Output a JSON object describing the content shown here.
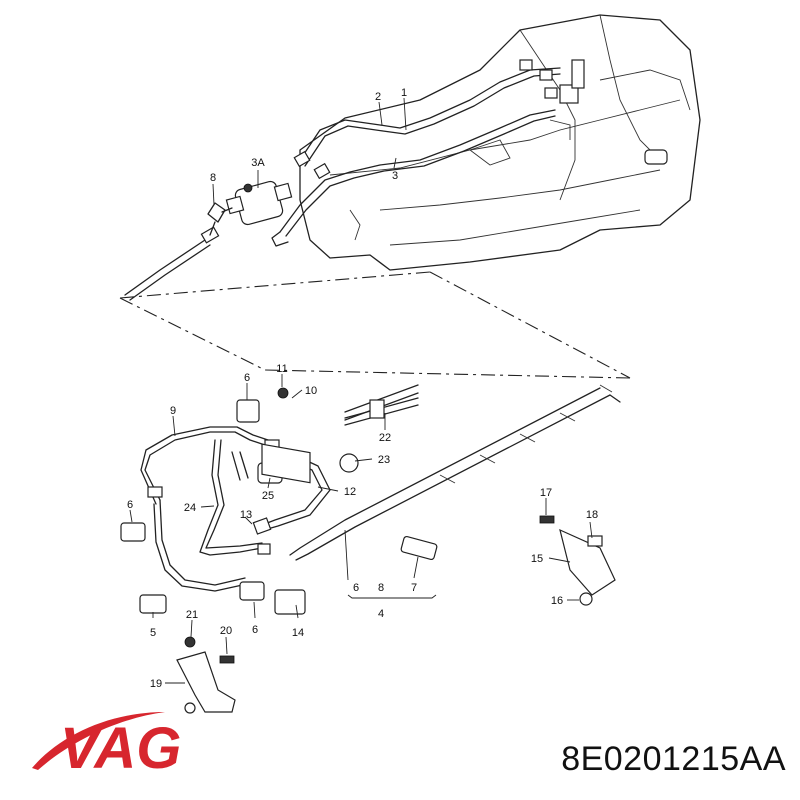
{
  "brand": {
    "logo_text": "VAG",
    "color": "#d7262e"
  },
  "part_number": "8E0201215AA",
  "callouts": {
    "c1": "1",
    "c2": "2",
    "c3": "3",
    "c3a": "3A",
    "c4": "4",
    "c5": "5",
    "c6a": "6",
    "c6b": "6",
    "c6c": "6",
    "c6d": "6",
    "c7": "7",
    "c8a": "8",
    "c8b": "8",
    "c9": "9",
    "c10": "10",
    "c11": "11",
    "c12": "12",
    "c13": "13",
    "c14": "14",
    "c15": "15",
    "c16": "16",
    "c17": "17",
    "c18": "18",
    "c19": "19",
    "c20": "20",
    "c21": "21",
    "c22": "22",
    "c23": "23",
    "c24": "24",
    "c25": "25"
  }
}
